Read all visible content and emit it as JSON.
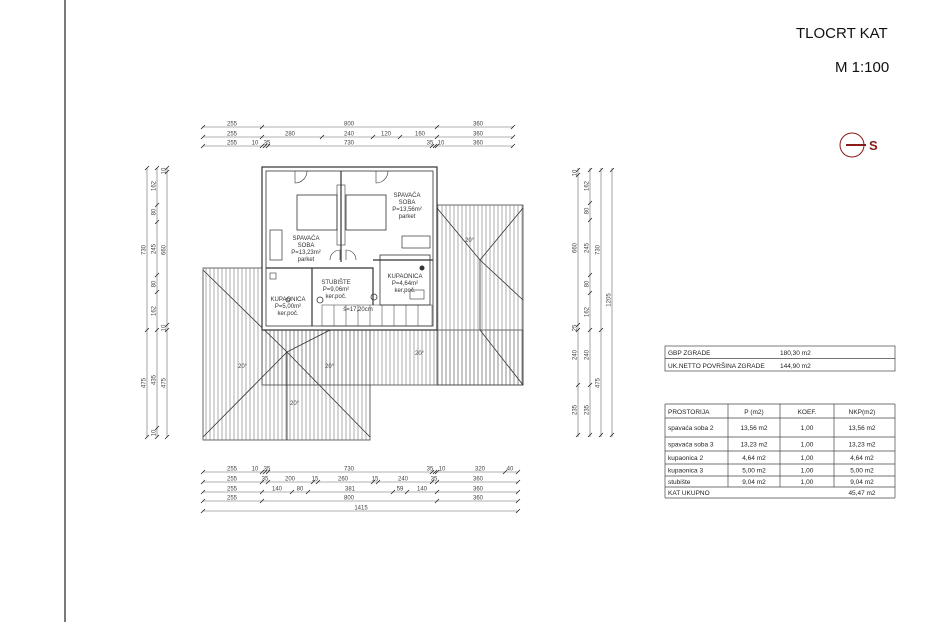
{
  "title": "TLOCRT KAT",
  "scale": "M 1:100",
  "north_label": "S",
  "colors": {
    "north": "#8b1a1a",
    "line": "#555555"
  },
  "summary_table": [
    {
      "label": "GBP ZGRADE",
      "value": "180,30 m2"
    },
    {
      "label": "UK.NETTO POVRŠINA ZGRADE",
      "value": "144,90 m2"
    }
  ],
  "rooms_table": {
    "headers": [
      "PROSTORIJA",
      "P (m2)",
      "KOEF.",
      "NKP(m2)"
    ],
    "rows": [
      [
        "spavaća soba 2",
        "13,56 m2",
        "1,00",
        "13,56 m2"
      ],
      [
        "spavaća soba 3",
        "13,23 m2",
        "1,00",
        "13,23 m2"
      ],
      [
        "kupaonica 2",
        "4,64 m2",
        "1,00",
        "4,64 m2"
      ],
      [
        "kupaonica 3",
        "5,00 m2",
        "1,00",
        "5,00 m2"
      ],
      [
        "stubište",
        "9,04 m2",
        "1,00",
        "9,04 m2"
      ]
    ],
    "total_label": "KAT UKUPNO",
    "total_value": "45,47 m2"
  },
  "rooms": {
    "bedroom_right": [
      "SPAVAĆA",
      "SOBA",
      "P=13,56m²",
      "parket"
    ],
    "bedroom_left": [
      "SPAVAĆA",
      "SOBA",
      "P=13,23m²",
      "parket"
    ],
    "stairs": [
      "STUBIŠTE",
      "P=9,06m²",
      "ker.poč."
    ],
    "bathroom_right": [
      "KUPAONICA",
      "P=4,64m²",
      "ker.poč."
    ],
    "bathroom_left": [
      "KUPAONICA",
      "P=5,00m²",
      "ker.poč."
    ],
    "stair_step": "š=17,20cm",
    "roof_slope": "20°"
  },
  "dims": {
    "top": [
      [
        "255",
        "800",
        "360"
      ],
      [
        "255",
        "280",
        "240",
        "120",
        "160",
        "360"
      ],
      [
        "255",
        "10",
        "35",
        "730",
        "35",
        "10",
        "360"
      ]
    ],
    "bottom": [
      [
        "255",
        "10",
        "35",
        "730",
        "35",
        "10",
        "320",
        "40"
      ],
      [
        "255",
        "35",
        "200",
        "15",
        "260",
        "15",
        "240",
        "35",
        "360"
      ],
      [
        "255",
        "140",
        "80",
        "381",
        "59",
        "140",
        "360"
      ],
      [
        "255",
        "800",
        "360"
      ],
      [
        "1415"
      ]
    ],
    "left": [
      [
        "730",
        "475"
      ],
      [
        "162",
        "80",
        "245",
        "80",
        "162",
        "435",
        "10"
      ],
      [
        "10",
        "660",
        "10",
        "475"
      ]
    ],
    "right": [
      [
        "10",
        "660",
        "25",
        "240",
        "235"
      ],
      [
        "162",
        "80",
        "245",
        "80",
        "162",
        "240",
        "235"
      ],
      [
        "730",
        "475"
      ],
      [
        "1205"
      ]
    ]
  }
}
